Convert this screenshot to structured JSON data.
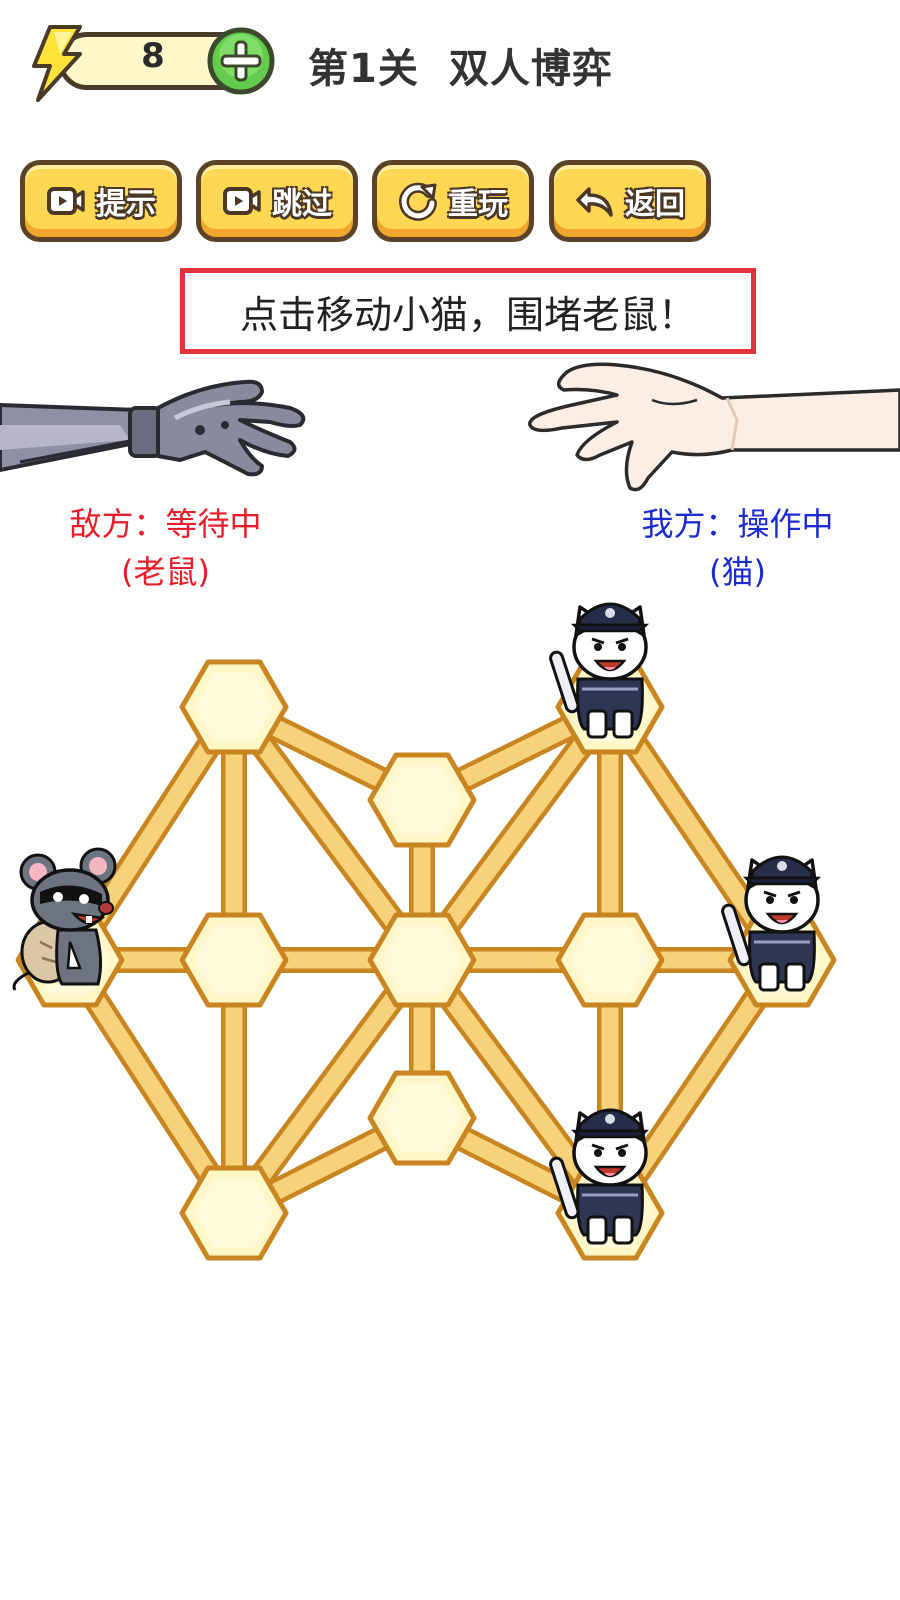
{
  "header": {
    "energy": "8",
    "level_number": "第1关",
    "level_name": "双人博弈"
  },
  "toolbar": {
    "hint_label": "提示",
    "skip_label": "跳过",
    "replay_label": "重玩",
    "back_label": "返回"
  },
  "instruction": "点击移动小猫，围堵老鼠！",
  "players": {
    "enemy_status": "敌方：等待中",
    "enemy_role": "(老鼠)",
    "me_status": "我方：操作中",
    "me_role": "(猫)"
  },
  "colors": {
    "button": "#ffd752",
    "node_fill": "#fff7c8",
    "node_border": "#c98620",
    "edge": "#f7d27b",
    "enemy_text": "#e81d2a",
    "me_text": "#1c2bd4",
    "instruction_border": "#e0333c"
  },
  "icons": {
    "energy": "lightning-bolt-icon",
    "add": "plus-icon",
    "hint": "video-icon",
    "skip": "video-icon",
    "replay": "refresh-icon",
    "back": "undo-arrow-icon"
  },
  "board": {
    "nodes": [
      {
        "id": "L",
        "occupant": "mouse"
      },
      {
        "id": "TL",
        "occupant": ""
      },
      {
        "id": "ML",
        "occupant": ""
      },
      {
        "id": "BL",
        "occupant": ""
      },
      {
        "id": "TC",
        "occupant": ""
      },
      {
        "id": "C",
        "occupant": ""
      },
      {
        "id": "BC",
        "occupant": ""
      },
      {
        "id": "TR",
        "occupant": "cat"
      },
      {
        "id": "MR",
        "occupant": ""
      },
      {
        "id": "BR",
        "occupant": "cat"
      },
      {
        "id": "R",
        "occupant": "cat"
      }
    ],
    "edges": [
      [
        "L",
        "TL"
      ],
      [
        "L",
        "ML"
      ],
      [
        "L",
        "BL"
      ],
      [
        "TL",
        "ML"
      ],
      [
        "ML",
        "BL"
      ],
      [
        "TL",
        "TC"
      ],
      [
        "TL",
        "C"
      ],
      [
        "ML",
        "C"
      ],
      [
        "BL",
        "C"
      ],
      [
        "BL",
        "BC"
      ],
      [
        "TC",
        "C"
      ],
      [
        "C",
        "BC"
      ],
      [
        "TC",
        "TR"
      ],
      [
        "C",
        "TR"
      ],
      [
        "C",
        "MR"
      ],
      [
        "C",
        "BR"
      ],
      [
        "BC",
        "BR"
      ],
      [
        "TR",
        "MR"
      ],
      [
        "MR",
        "BR"
      ],
      [
        "TR",
        "R"
      ],
      [
        "MR",
        "R"
      ],
      [
        "BR",
        "R"
      ]
    ]
  }
}
